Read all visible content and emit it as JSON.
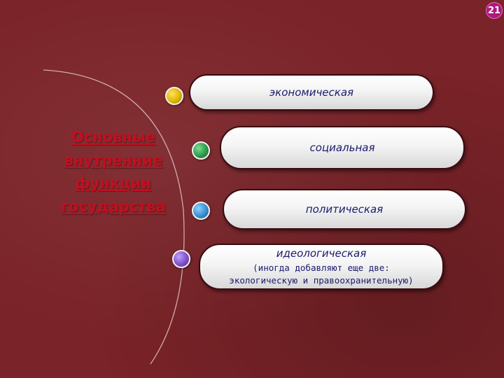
{
  "slide_number": "21",
  "title": "Основные внутренние функции государства",
  "functions": [
    {
      "label": "экономическая",
      "bullet_color": "#e0b800"
    },
    {
      "label": "социальная",
      "bullet_color": "#2e9a4a"
    },
    {
      "label": "политическая",
      "bullet_color": "#3a8fd0"
    },
    {
      "label": "идеологическая",
      "bullet_color": "#8050c8",
      "note_line1": "(иногда добавляют еще две:",
      "note_line2": "экологическую и правоохранительную)"
    }
  ],
  "colors": {
    "background": "#7a2328",
    "title": "#c01020",
    "pill_text": "#1a1a6e",
    "slide_number_badge": "#b01880"
  }
}
